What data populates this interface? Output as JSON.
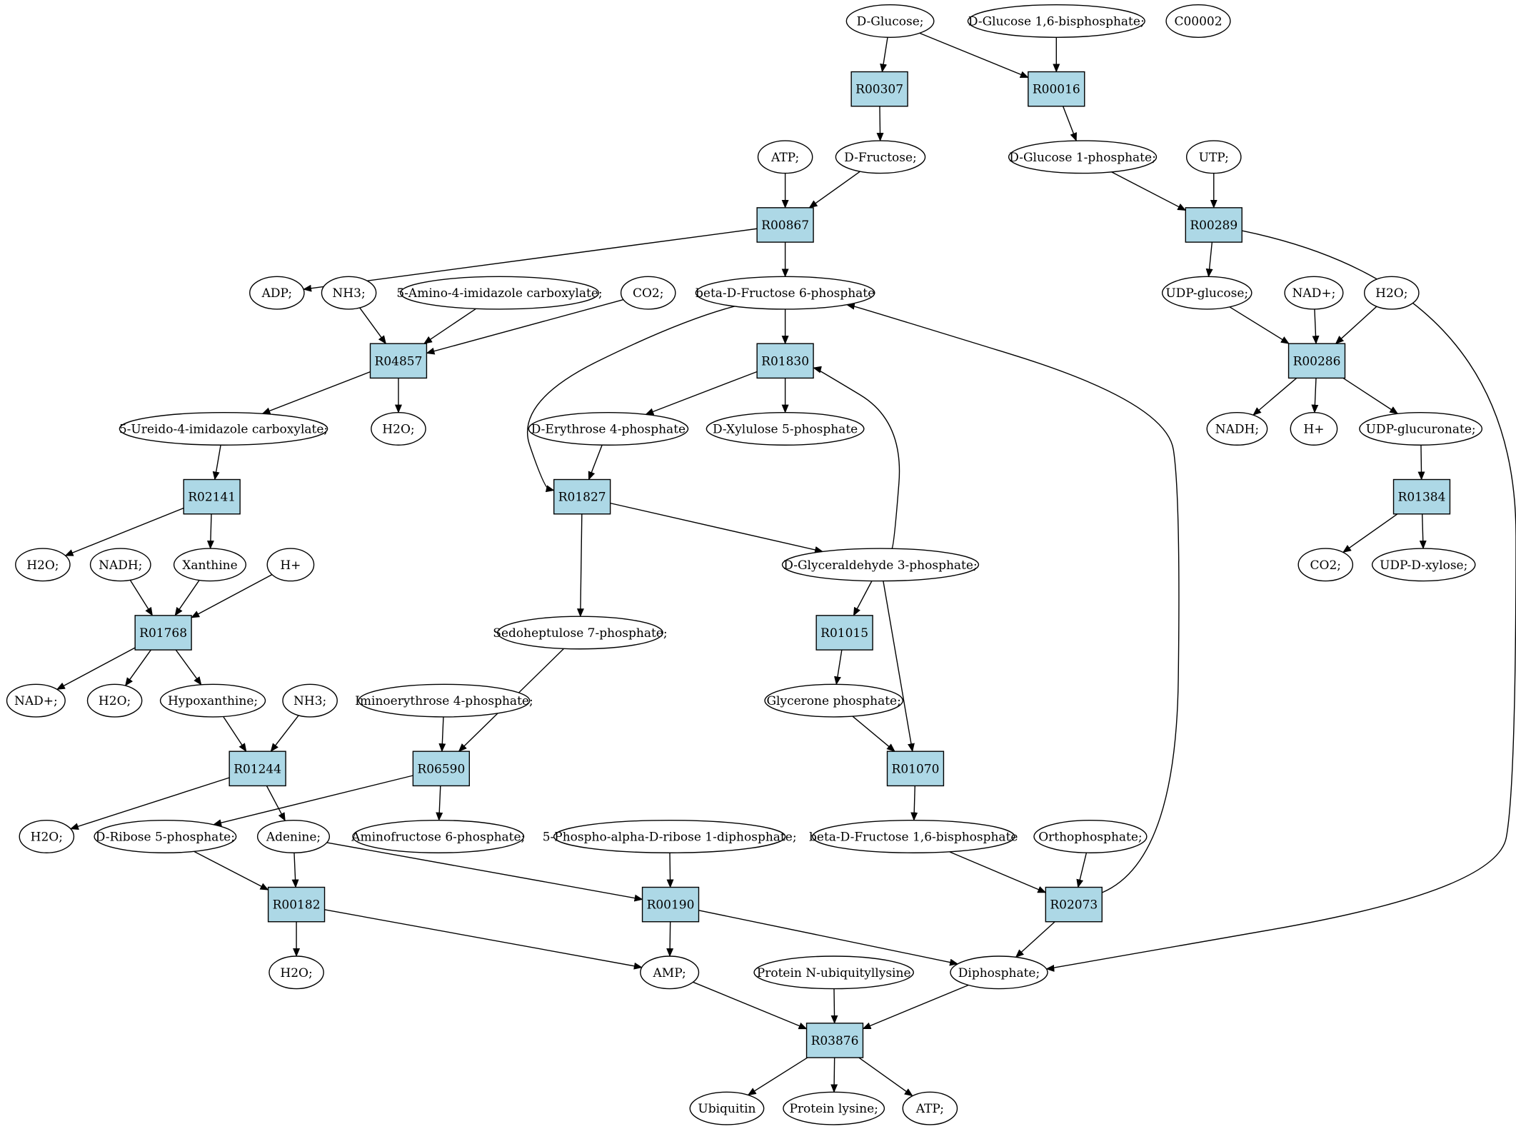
{
  "colors": {
    "reaction_fill": "#add8e6",
    "compound_fill": "#ffffff",
    "highlight_green": "#00ee00",
    "highlight_yellow": "#ffff00"
  },
  "nodes": [
    {
      "id": "glucose",
      "label": "D-Glucose;",
      "kind": "compound",
      "highlight": "green"
    },
    {
      "id": "glc16bp",
      "label": "D-Glucose 1,6-bisphosphate;",
      "kind": "compound"
    },
    {
      "id": "c00002",
      "label": "C00002",
      "kind": "compound",
      "highlight": "yellow"
    },
    {
      "id": "r00307",
      "label": "R00307",
      "kind": "reaction"
    },
    {
      "id": "r00016",
      "label": "R00016",
      "kind": "reaction"
    },
    {
      "id": "atp1",
      "label": "ATP;",
      "kind": "compound"
    },
    {
      "id": "fructose",
      "label": "D-Fructose;",
      "kind": "compound"
    },
    {
      "id": "glc1p",
      "label": "D-Glucose 1-phosphate;",
      "kind": "compound"
    },
    {
      "id": "utp",
      "label": "UTP;",
      "kind": "compound"
    },
    {
      "id": "r00867",
      "label": "R00867",
      "kind": "reaction"
    },
    {
      "id": "r00289",
      "label": "R00289",
      "kind": "reaction"
    },
    {
      "id": "adp",
      "label": "ADP;",
      "kind": "compound"
    },
    {
      "id": "nh3a",
      "label": "NH3;",
      "kind": "compound"
    },
    {
      "id": "aic",
      "label": "5-Amino-4-imidazole carboxylate;",
      "kind": "compound"
    },
    {
      "id": "co2a",
      "label": "CO2;",
      "kind": "compound"
    },
    {
      "id": "f6p",
      "label": "beta-D-Fructose 6-phosphate",
      "kind": "compound"
    },
    {
      "id": "udpglc",
      "label": "UDP-glucose;",
      "kind": "compound"
    },
    {
      "id": "nadp",
      "label": "NAD+;",
      "kind": "compound"
    },
    {
      "id": "h2o_a",
      "label": "H2O;",
      "kind": "compound"
    },
    {
      "id": "r04857",
      "label": "R04857",
      "kind": "reaction"
    },
    {
      "id": "r01830",
      "label": "R01830",
      "kind": "reaction"
    },
    {
      "id": "r00286",
      "label": "R00286",
      "kind": "reaction"
    },
    {
      "id": "uic",
      "label": "5-Ureido-4-imidazole carboxylate;",
      "kind": "compound"
    },
    {
      "id": "h2o_b",
      "label": "H2O;",
      "kind": "compound"
    },
    {
      "id": "e4p",
      "label": "D-Erythrose 4-phosphate",
      "kind": "compound"
    },
    {
      "id": "x5p",
      "label": "D-Xylulose 5-phosphate",
      "kind": "compound"
    },
    {
      "id": "nadh_a",
      "label": "NADH;",
      "kind": "compound"
    },
    {
      "id": "hplus_a",
      "label": "H+",
      "kind": "compound"
    },
    {
      "id": "udpgluc",
      "label": "UDP-glucuronate;",
      "kind": "compound"
    },
    {
      "id": "r02141",
      "label": "R02141",
      "kind": "reaction"
    },
    {
      "id": "r01827",
      "label": "R01827",
      "kind": "reaction"
    },
    {
      "id": "r01384",
      "label": "R01384",
      "kind": "reaction"
    },
    {
      "id": "h2o_c",
      "label": "H2O;",
      "kind": "compound"
    },
    {
      "id": "nadh_b",
      "label": "NADH;",
      "kind": "compound"
    },
    {
      "id": "xanthine",
      "label": "Xanthine",
      "kind": "compound"
    },
    {
      "id": "hplus_b",
      "label": "H+",
      "kind": "compound"
    },
    {
      "id": "g3p",
      "label": "D-Glyceraldehyde 3-phosphate;",
      "kind": "compound"
    },
    {
      "id": "co2b",
      "label": "CO2;",
      "kind": "compound"
    },
    {
      "id": "udpxyl",
      "label": "UDP-D-xylose;",
      "kind": "compound"
    },
    {
      "id": "r01768",
      "label": "R01768",
      "kind": "reaction"
    },
    {
      "id": "s7p",
      "label": "Sedoheptulose 7-phosphate;",
      "kind": "compound"
    },
    {
      "id": "r01015",
      "label": "R01015",
      "kind": "reaction"
    },
    {
      "id": "nadp2",
      "label": "NAD+;",
      "kind": "compound"
    },
    {
      "id": "h2o_d",
      "label": "H2O;",
      "kind": "compound"
    },
    {
      "id": "hypox",
      "label": "Hypoxanthine;",
      "kind": "compound"
    },
    {
      "id": "nh3b",
      "label": "NH3;",
      "kind": "compound"
    },
    {
      "id": "imino",
      "label": "Iminoerythrose 4-phosphate;",
      "kind": "compound"
    },
    {
      "id": "dhap",
      "label": "Glycerone phosphate;",
      "kind": "compound"
    },
    {
      "id": "r01244",
      "label": "R01244",
      "kind": "reaction"
    },
    {
      "id": "r06590",
      "label": "R06590",
      "kind": "reaction"
    },
    {
      "id": "r01070",
      "label": "R01070",
      "kind": "reaction"
    },
    {
      "id": "h2o_e",
      "label": "H2O;",
      "kind": "compound"
    },
    {
      "id": "r5p",
      "label": "D-Ribose 5-phosphate;",
      "kind": "compound"
    },
    {
      "id": "adenine",
      "label": "Adenine;",
      "kind": "compound"
    },
    {
      "id": "amf6p",
      "label": "Aminofructose 6-phosphate;",
      "kind": "compound"
    },
    {
      "id": "prpp",
      "label": "5-Phospho-alpha-D-ribose 1-diphosphate;",
      "kind": "compound"
    },
    {
      "id": "fbp",
      "label": "beta-D-Fructose 1,6-bisphosphate",
      "kind": "compound"
    },
    {
      "id": "pi",
      "label": "Orthophosphate;",
      "kind": "compound"
    },
    {
      "id": "r00182",
      "label": "R00182",
      "kind": "reaction"
    },
    {
      "id": "r00190",
      "label": "R00190",
      "kind": "reaction"
    },
    {
      "id": "r02073",
      "label": "R02073",
      "kind": "reaction"
    },
    {
      "id": "h2o_f",
      "label": "H2O;",
      "kind": "compound"
    },
    {
      "id": "amp",
      "label": "AMP;",
      "kind": "compound"
    },
    {
      "id": "protubk",
      "label": "Protein N-ubiquityllysine",
      "kind": "compound"
    },
    {
      "id": "ppi",
      "label": "Diphosphate;",
      "kind": "compound"
    },
    {
      "id": "r03876",
      "label": "R03876",
      "kind": "reaction"
    },
    {
      "id": "ubiquitin",
      "label": "Ubiquitin",
      "kind": "compound"
    },
    {
      "id": "protlys",
      "label": "Protein lysine;",
      "kind": "compound"
    },
    {
      "id": "atp2",
      "label": "ATP;",
      "kind": "compound"
    }
  ],
  "edges": [
    [
      "glucose",
      "r00307"
    ],
    [
      "glucose",
      "r00016"
    ],
    [
      "glc16bp",
      "r00016"
    ],
    [
      "r00307",
      "fructose"
    ],
    [
      "r00016",
      "glc1p"
    ],
    [
      "atp1",
      "r00867"
    ],
    [
      "fructose",
      "r00867"
    ],
    [
      "glc1p",
      "r00289"
    ],
    [
      "utp",
      "r00289"
    ],
    [
      "r00867",
      "adp"
    ],
    [
      "r00867",
      "f6p"
    ],
    [
      "r00289",
      "udpglc"
    ],
    [
      "r00289",
      "ppi"
    ],
    [
      "nh3a",
      "r04857"
    ],
    [
      "aic",
      "r04857"
    ],
    [
      "co2a",
      "r04857"
    ],
    [
      "f6p",
      "r01830"
    ],
    [
      "f6p",
      "r01827"
    ],
    [
      "udpglc",
      "r00286"
    ],
    [
      "nadp",
      "r00286"
    ],
    [
      "h2o_a",
      "r00286"
    ],
    [
      "r04857",
      "uic"
    ],
    [
      "r04857",
      "h2o_b"
    ],
    [
      "r01830",
      "e4p"
    ],
    [
      "r01830",
      "x5p"
    ],
    [
      "r00286",
      "nadh_a"
    ],
    [
      "r00286",
      "hplus_a"
    ],
    [
      "r00286",
      "udpgluc"
    ],
    [
      "uic",
      "r02141"
    ],
    [
      "e4p",
      "r01827"
    ],
    [
      "udpgluc",
      "r01384"
    ],
    [
      "r02141",
      "h2o_c"
    ],
    [
      "r02141",
      "xanthine"
    ],
    [
      "r01827",
      "g3p"
    ],
    [
      "r01827",
      "s7p"
    ],
    [
      "r01384",
      "co2b"
    ],
    [
      "r01384",
      "udpxyl"
    ],
    [
      "nadh_b",
      "r01768"
    ],
    [
      "xanthine",
      "r01768"
    ],
    [
      "hplus_b",
      "r01768"
    ],
    [
      "g3p",
      "r01830"
    ],
    [
      "g3p",
      "r01015"
    ],
    [
      "g3p",
      "r01070"
    ],
    [
      "r01768",
      "nadp2"
    ],
    [
      "r01768",
      "h2o_d"
    ],
    [
      "r01768",
      "hypox"
    ],
    [
      "hypox",
      "r01244"
    ],
    [
      "nh3b",
      "r01244"
    ],
    [
      "imino",
      "r06590"
    ],
    [
      "s7p",
      "r06590"
    ],
    [
      "r01015",
      "dhap"
    ],
    [
      "dhap",
      "r01070"
    ],
    [
      "r01244",
      "h2o_e"
    ],
    [
      "r01244",
      "adenine"
    ],
    [
      "r06590",
      "r5p"
    ],
    [
      "r06590",
      "amf6p"
    ],
    [
      "r01070",
      "fbp"
    ],
    [
      "r5p",
      "r00182"
    ],
    [
      "adenine",
      "r00182"
    ],
    [
      "adenine",
      "r00190"
    ],
    [
      "prpp",
      "r00190"
    ],
    [
      "fbp",
      "r02073"
    ],
    [
      "pi",
      "r02073"
    ],
    [
      "r02073",
      "f6p"
    ],
    [
      "r02073",
      "ppi"
    ],
    [
      "r00182",
      "h2o_f"
    ],
    [
      "r00182",
      "amp"
    ],
    [
      "r00190",
      "amp"
    ],
    [
      "r00190",
      "ppi"
    ],
    [
      "amp",
      "r03876"
    ],
    [
      "protubk",
      "r03876"
    ],
    [
      "ppi",
      "r03876"
    ],
    [
      "r03876",
      "ubiquitin"
    ],
    [
      "r03876",
      "protlys"
    ],
    [
      "r03876",
      "atp2"
    ]
  ]
}
